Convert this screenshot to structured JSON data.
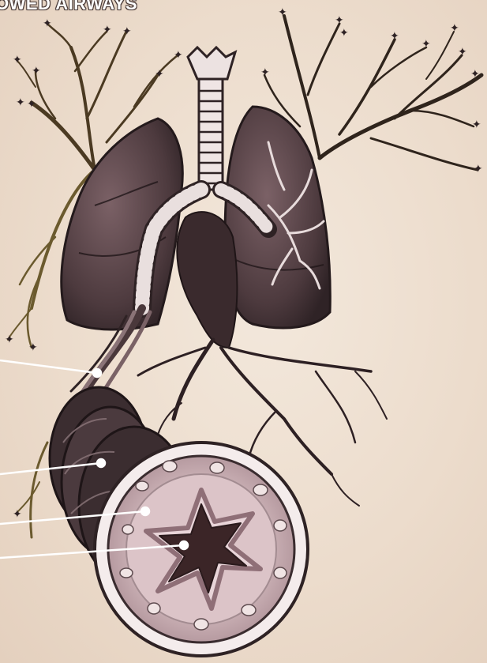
{
  "figure": {
    "heading": "OWED AIRWAYS",
    "subject": "hand-drawn illustration of lungs with branching roots and airway cross-section"
  },
  "palette": {
    "paper": "#efe0d2",
    "ink": "#2e2224",
    "lung_fill": "#5a4448",
    "lung_shade": "#3a2c2f",
    "trachea_light": "#efe5e4",
    "mucosa": "#d9bcc4",
    "branch_ink": "#3d2e22",
    "branch_olive": "#6b5a2e",
    "pointer": "#ffffff"
  },
  "pointers": [
    {
      "name": "pointer-line-airway-bundle"
    },
    {
      "name": "pointer-line-smooth-muscle"
    },
    {
      "name": "pointer-line-airway-wall"
    },
    {
      "name": "pointer-line-narrowed-lumen"
    }
  ]
}
